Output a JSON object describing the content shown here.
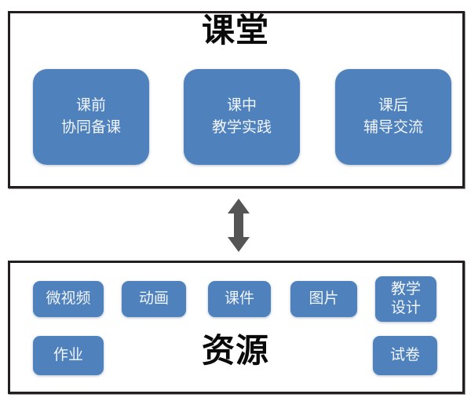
{
  "diagram": {
    "type": "two-tier relationship diagram",
    "colors": {
      "card_blue": "#4f81bd",
      "frame_border": "#231f20",
      "card_text": "#f2f6fb",
      "title_text": "#0a0a0a",
      "arrow": "#555555",
      "background": "#ffffff"
    },
    "sections": [
      {
        "id": "classroom",
        "title": "课堂",
        "cards": [
          {
            "id": "pre-class",
            "line1": "课前",
            "line2": "协同备课"
          },
          {
            "id": "during-class",
            "line1": "课中",
            "line2": "教学实践"
          },
          {
            "id": "after-class",
            "line1": "课后",
            "line2": "辅导交流"
          }
        ]
      },
      {
        "id": "resource",
        "title": "资源",
        "cards": [
          {
            "id": "micro-video",
            "label": "微视频"
          },
          {
            "id": "animation",
            "label": "动画"
          },
          {
            "id": "courseware",
            "label": "课件"
          },
          {
            "id": "images",
            "label": "图片"
          },
          {
            "id": "teaching-design",
            "line1": "教学",
            "line2": "设计"
          },
          {
            "id": "homework",
            "label": "作业"
          },
          {
            "id": "exam-paper",
            "label": "试卷"
          }
        ]
      }
    ],
    "connector": {
      "id": "bidirectional-arrow",
      "direction": "both",
      "orientation": "vertical"
    }
  }
}
